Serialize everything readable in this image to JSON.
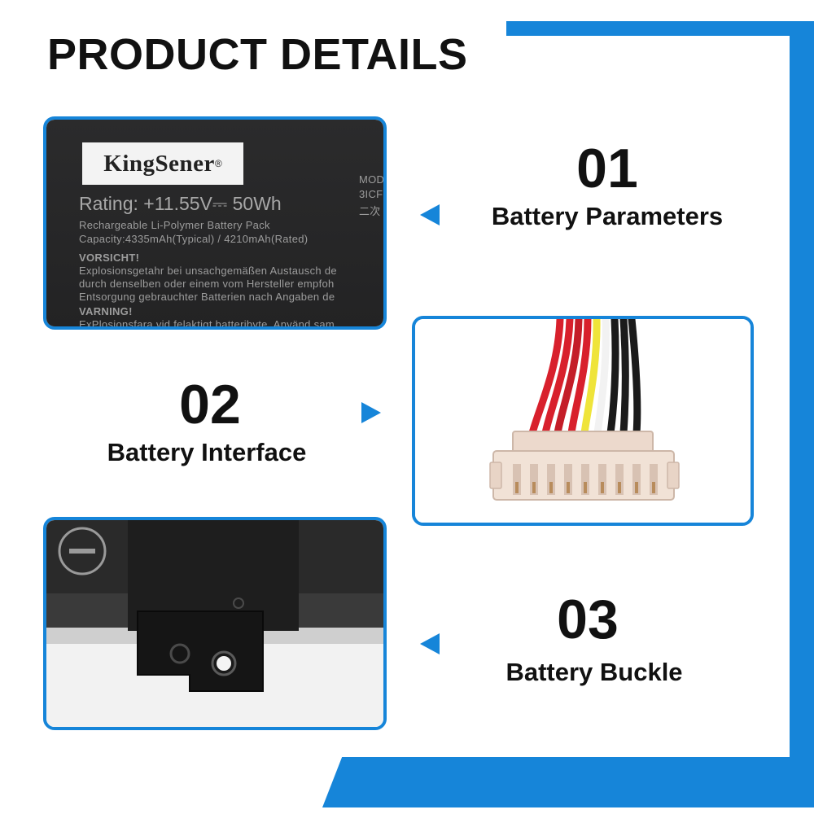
{
  "page": {
    "title": "PRODUCT DETAILS"
  },
  "colors": {
    "accent": "#1685d9",
    "text": "#111111"
  },
  "sections": [
    {
      "number": "01",
      "label": "Battery Parameters"
    },
    {
      "number": "02",
      "label": "Battery Interface"
    },
    {
      "number": "03",
      "label": "Battery Buckle"
    }
  ],
  "battery_label": {
    "brand": "KingSener",
    "brand_mark": "®",
    "model_fragment": "MOD",
    "model_code_fragment": "3ICF",
    "cn_fragment": "二次",
    "rating": "Rating: +11.55V⎓ 50Wh",
    "pack_type": "Rechargeable Li-Polymer Battery Pack",
    "capacity": "Capacity:4335mAh(Typical) / 4210mAh(Rated)",
    "warning_de_title": "VORSICHT!",
    "warning_de_line1": "Explosionsgetahr bei unsachgemäßen Austausch de",
    "warning_de_line2": "durch denselben oder einem vom Hersteller empfoh",
    "warning_de_line3": "Entsorgung gebrauchter Batterien nach Angaben de",
    "warning_sv_title": "VARNING!",
    "warning_sv_line1": "ExPlosionsfara vid felaktigt batteribyte. Använd sam"
  }
}
